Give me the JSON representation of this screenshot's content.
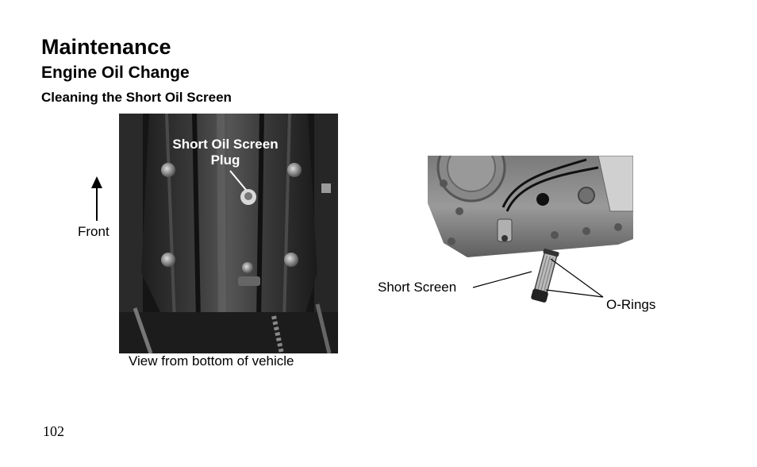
{
  "section_title": "Maintenance",
  "subsection_title": "Engine Oil Change",
  "topic_title": "Cleaning the Short Oil Screen",
  "figure_left": {
    "label_line1": "Short Oil Screen",
    "label_line2": "Plug",
    "front_label": "Front",
    "caption": "View from bottom of vehicle"
  },
  "figure_right": {
    "screen_label": "Short Screen",
    "orings_label": "O-Rings"
  },
  "page_number": "102"
}
